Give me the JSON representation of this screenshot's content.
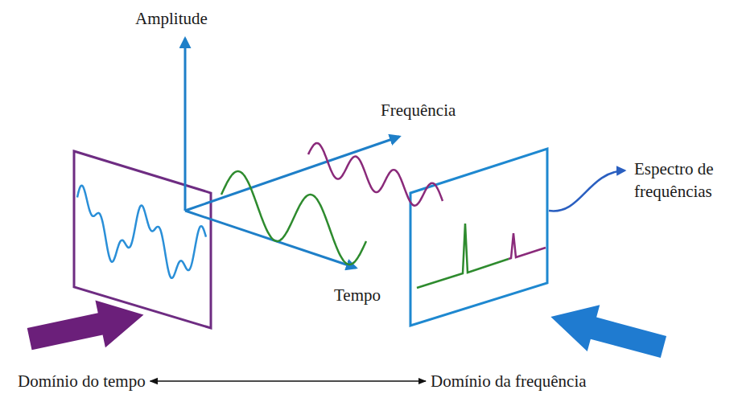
{
  "diagram": {
    "labels": [
      "Amplitude",
      "Frequência",
      "Tempo",
      "Espectro de frequências",
      "Domínio do tempo",
      "Domínio da frequência"
    ]
  }
}
